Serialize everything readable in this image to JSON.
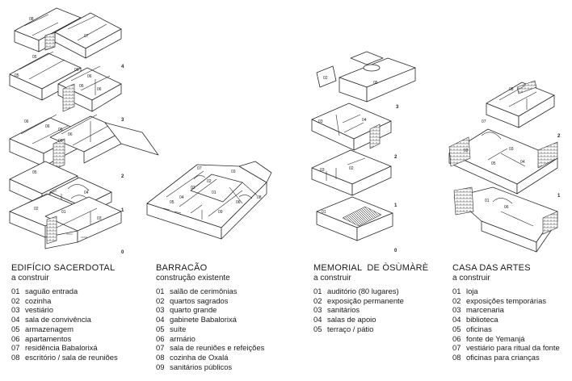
{
  "diagram": {
    "level_labels": {
      "left": [
        "4",
        "3",
        "2",
        "1",
        "0"
      ],
      "memorial": [
        "3",
        "2",
        "1",
        "0"
      ],
      "casa": [
        "2",
        "1"
      ]
    },
    "room_labels": {
      "sacerdotal_l4": [
        "08",
        "07"
      ],
      "sacerdotal_l3": [
        "05",
        "06",
        "06",
        "06",
        "06"
      ],
      "sacerdotal_l2": [
        "06",
        "06",
        "06",
        "06",
        "06"
      ],
      "sacerdotal_l1": [
        "05",
        "04"
      ],
      "sacerdotal_l0": [
        "02",
        "03",
        "01"
      ],
      "barracao": [
        "07",
        "03",
        "01",
        "02",
        "04",
        "05",
        "06",
        "09",
        "08",
        "02"
      ],
      "memorial_l3": [
        "02",
        "05"
      ],
      "memorial_l2": [
        "03",
        "04"
      ],
      "memorial_l1": [
        "03",
        "02"
      ],
      "memorial_l0": [
        "01"
      ],
      "casa_l2": [
        "08",
        "07"
      ],
      "casa_l1": [
        "02",
        "03",
        "05",
        "04"
      ],
      "casa_l0": [
        "01",
        "06"
      ]
    }
  },
  "legends": [
    {
      "title": "EDIFÍCIO SACERDOTAL",
      "subtitle": "a construir",
      "items": [
        {
          "num": "01",
          "label": "saguão entrada"
        },
        {
          "num": "02",
          "label": "cozinha"
        },
        {
          "num": "03",
          "label": "vestiário"
        },
        {
          "num": "04",
          "label": "sala de convivência"
        },
        {
          "num": "05",
          "label": "armazenagem"
        },
        {
          "num": "06",
          "label": "apartamentos"
        },
        {
          "num": "07",
          "label": "residência Babalorixá"
        },
        {
          "num": "08",
          "label": "escritório / sala de reuniões"
        }
      ]
    },
    {
      "title": "BARRACÃO",
      "subtitle": "construção existente",
      "items": [
        {
          "num": "01",
          "label": "salão de cerimônias"
        },
        {
          "num": "02",
          "label": "quartos sagrados"
        },
        {
          "num": "03",
          "label": "quarto grande"
        },
        {
          "num": "04",
          "label": "gabinete Babalorixá"
        },
        {
          "num": "05",
          "label": "suíte"
        },
        {
          "num": "06",
          "label": "armário"
        },
        {
          "num": "07",
          "label": "sala de reuniões e refeições"
        },
        {
          "num": "08",
          "label": "cozinha de Oxalá"
        },
        {
          "num": "09",
          "label": "sanitários públicos"
        }
      ]
    },
    {
      "title": "MEMORIAL  DE ÒSÙMÀRÈ",
      "subtitle": "a construir",
      "items": [
        {
          "num": "01",
          "label": "auditório (80 lugares)"
        },
        {
          "num": "02",
          "label": "exposição permanente"
        },
        {
          "num": "03",
          "label": "sanitários"
        },
        {
          "num": "04",
          "label": "salas de apoio"
        },
        {
          "num": "05",
          "label": "terraço / pátio"
        }
      ]
    },
    {
      "title": "CASA DAS ARTES",
      "subtitle": "a construir",
      "items": [
        {
          "num": "01",
          "label": "loja"
        },
        {
          "num": "02",
          "label": "exposições temporárias"
        },
        {
          "num": "03",
          "label": "marcenaria"
        },
        {
          "num": "04",
          "label": "biblioteca"
        },
        {
          "num": "05",
          "label": "oficinas"
        },
        {
          "num": "06",
          "label": "fonte de Yemanjá"
        },
        {
          "num": "07",
          "label": "vestiário para ritual da fonte"
        },
        {
          "num": "08",
          "label": "oficinas para crianças"
        }
      ]
    }
  ]
}
